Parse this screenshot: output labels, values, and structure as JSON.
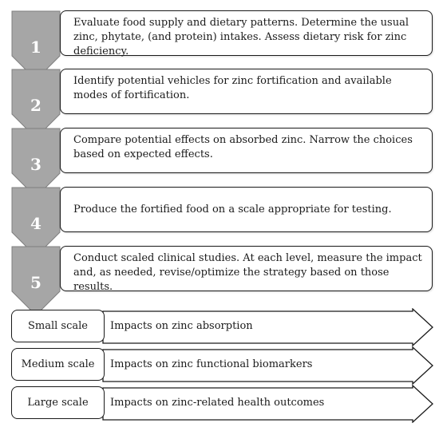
{
  "steps": [
    {
      "number": "1",
      "text": "Evaluate food supply and dietary patterns. Determine the usual zinc, phytate, (and protein) intakes. Assess dietary risk for zinc deficiency."
    },
    {
      "number": "2",
      "text": "Identify potential vehicles for zinc fortification and available modes of fortification."
    },
    {
      "number": "3",
      "text": "Compare potential effects on absorbed zinc. Narrow the choices based on expected effects."
    },
    {
      "number": "4",
      "text": "Produce the fortified food on a scale appropriate for testing."
    },
    {
      "number": "5",
      "text": "Conduct scaled clinical studies. At each level, measure the impact and, as needed, revise/optimize the strategy based on those results."
    }
  ],
  "scales": [
    {
      "label": "Small scale",
      "impact": "Impacts on zinc absorption"
    },
    {
      "label": "Medium scale",
      "impact": "Impacts on zinc functional biomarkers"
    },
    {
      "label": "Large scale",
      "impact": "Impacts on zinc-related health outcomes"
    }
  ],
  "colors": {
    "chevron": "#a6a6a6",
    "chevron_stroke": "#7f7f7f",
    "border": "#1a1a1a"
  }
}
